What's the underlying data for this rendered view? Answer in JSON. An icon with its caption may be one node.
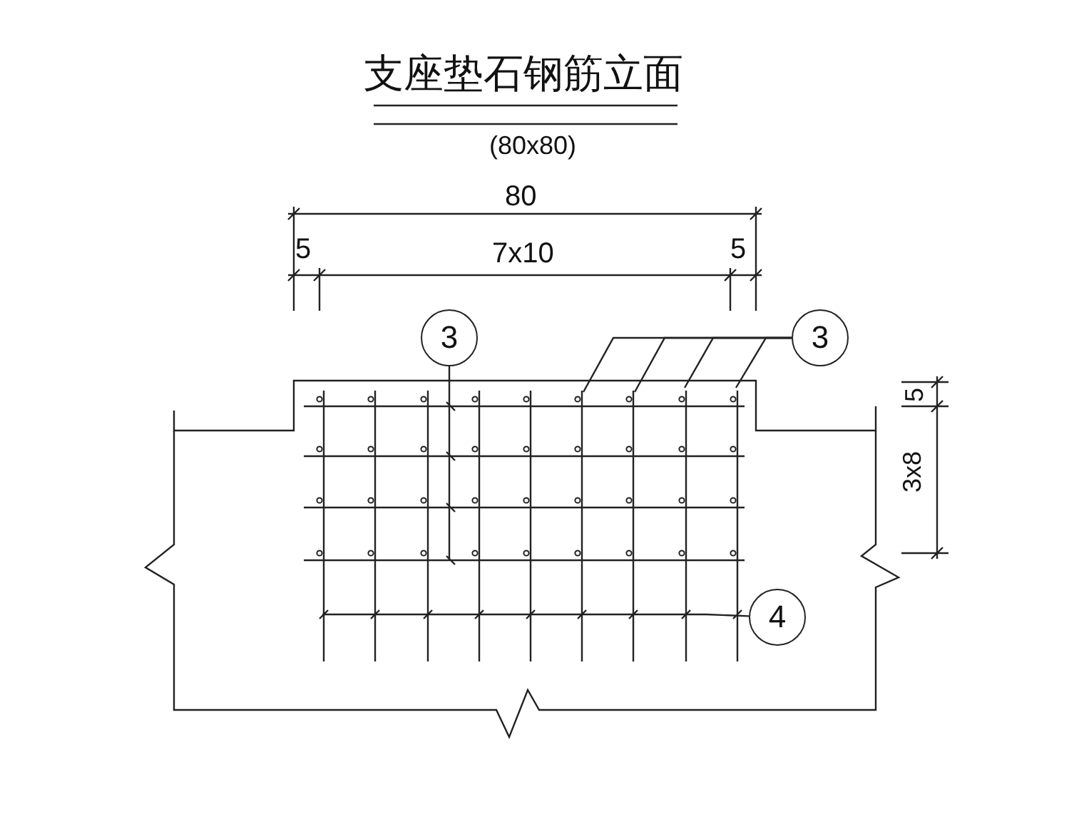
{
  "diagram": {
    "title": "支座垫石钢筋立面",
    "nodes": [
      {
        "text": [
          "3"
        ]
      },
      {
        "text": [
          "3"
        ]
      },
      {
        "text": [
          "4"
        ]
      }
    ],
    "edges": [
      {
        "from": 0,
        "to": null,
        "arrow": "none"
      },
      {
        "from": 1,
        "to": null,
        "arrow": "none"
      },
      {
        "from": 1,
        "to": null,
        "arrow": "none"
      },
      {
        "from": 1,
        "to": null,
        "arrow": "none"
      },
      {
        "from": 1,
        "to": null,
        "arrow": "none"
      },
      {
        "from": 2,
        "to": null,
        "arrow": "none"
      }
    ],
    "labels": [
      "(80x80)",
      "80",
      "5",
      "7x10",
      "5",
      "5",
      "3x8"
    ]
  }
}
